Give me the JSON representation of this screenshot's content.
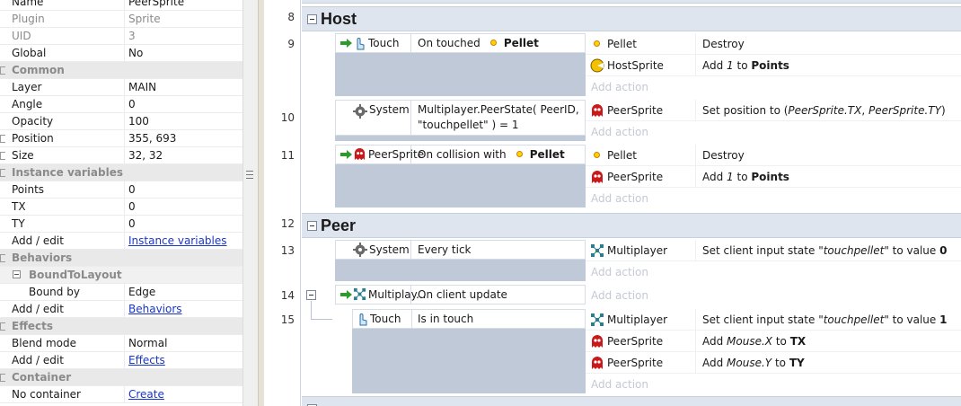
{
  "properties": {
    "rows": [
      {
        "name": "Name",
        "value": "PeerSprite"
      },
      {
        "name": "Plugin",
        "value": "Sprite"
      },
      {
        "name": "UID",
        "value": "3"
      },
      {
        "name": "Global",
        "value": "No"
      },
      {
        "name": "Common",
        "value": ""
      },
      {
        "name": "Layer",
        "value": "MAIN"
      },
      {
        "name": "Angle",
        "value": "0"
      },
      {
        "name": "Opacity",
        "value": "100"
      },
      {
        "name": "Position",
        "value": "355, 693"
      },
      {
        "name": "Size",
        "value": "32, 32"
      },
      {
        "name": "Instance variables",
        "value": ""
      },
      {
        "name": "Points",
        "value": "0"
      },
      {
        "name": "TX",
        "value": "0"
      },
      {
        "name": "TY",
        "value": "0"
      },
      {
        "name": "Add / edit",
        "value": "Instance variables"
      },
      {
        "name": "Behaviors",
        "value": ""
      },
      {
        "name": "BoundToLayout",
        "value": ""
      },
      {
        "name": "Bound by",
        "value": "Edge"
      },
      {
        "name": "Add / edit",
        "value": "Behaviors"
      },
      {
        "name": "Effects",
        "value": ""
      },
      {
        "name": "Blend mode",
        "value": "Normal"
      },
      {
        "name": "Add / edit",
        "value": "Effects"
      },
      {
        "name": "Container",
        "value": ""
      },
      {
        "name": "No container",
        "value": "Create"
      }
    ]
  },
  "sheet": {
    "line_numbers": [
      "8",
      "9",
      "10",
      "11",
      "12",
      "13",
      "14",
      "15"
    ],
    "groups": [
      {
        "title": "Host"
      },
      {
        "title": "Peer"
      }
    ],
    "events": {
      "e9": {
        "object": "Touch",
        "condition": "On touched",
        "condition_object": "Pellet",
        "actions": [
          {
            "object": "Pellet",
            "icon": "pellet-icon",
            "text": "Destroy"
          },
          {
            "object": "HostSprite",
            "icon": "hostsprite-icon",
            "text_pre": "Add ",
            "text_i": "1",
            "text_mid": " to ",
            "text_b": "Points"
          }
        ]
      },
      "e10": {
        "object": "System",
        "condition_line1": "Multiplayer.PeerState( PeerID,",
        "condition_line2": "\"touchpellet\" ) = 1",
        "actions": [
          {
            "object": "PeerSprite",
            "icon": "peersprite-icon",
            "text_pre": "Set position to (",
            "text_i1": "PeerSprite.TX",
            "text_mid": ", ",
            "text_i2": "PeerSprite.TY",
            "text_post": ")"
          }
        ]
      },
      "e11": {
        "object": "PeerSprite",
        "condition": "On collision with",
        "condition_object": "Pellet",
        "actions": [
          {
            "object": "Pellet",
            "icon": "pellet-icon",
            "text": "Destroy"
          },
          {
            "object": "PeerSprite",
            "icon": "peersprite-icon",
            "text_pre": "Add ",
            "text_i": "1",
            "text_mid": " to ",
            "text_b": "Points"
          }
        ]
      },
      "e13": {
        "object": "System",
        "condition": "Every tick",
        "actions": [
          {
            "object": "Multiplayer",
            "icon": "multiplayer-icon",
            "text_pre": "Set client input state ",
            "text_i": "\"touchpellet\"",
            "text_mid": " to value ",
            "text_b": "0"
          }
        ]
      },
      "e14": {
        "object": "Multiplay...",
        "condition": "On client update"
      },
      "e15": {
        "object": "Touch",
        "condition": "Is in touch",
        "actions": [
          {
            "object": "Multiplayer",
            "icon": "multiplayer-icon",
            "text_pre": "Set client input state ",
            "text_i": "\"touchpellet\"",
            "text_mid": " to value ",
            "text_b": "1"
          },
          {
            "object": "PeerSprite",
            "icon": "peersprite-icon",
            "text_pre": "Add ",
            "text_i": "Mouse.X",
            "text_mid": " to ",
            "text_b": "TX"
          },
          {
            "object": "PeerSprite",
            "icon": "peersprite-icon",
            "text_pre": "Add ",
            "text_i": "Mouse.Y",
            "text_mid": " to ",
            "text_b": "TY"
          }
        ]
      }
    },
    "add_action_label": "Add action"
  }
}
